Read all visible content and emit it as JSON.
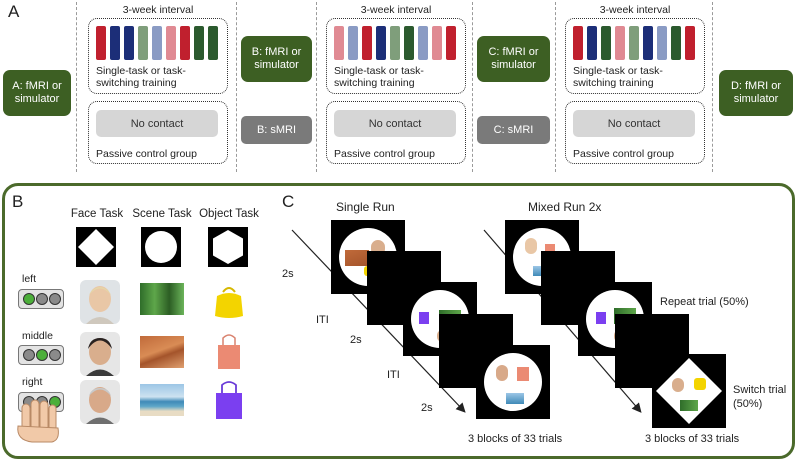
{
  "panel_a": {
    "letter": "A",
    "interval_label": "3-week interval",
    "start_box": "A: fMRI or simulator",
    "mid_boxes": [
      {
        "fmri": "B: fMRI or simulator",
        "smri": "B: sMRI"
      },
      {
        "fmri": "C: fMRI or simulator",
        "smri": "C: sMRI"
      }
    ],
    "end_box": "D: fMRI or simulator",
    "training_label": "Single-task or task-switching training",
    "no_contact": "No contact",
    "control_label": "Passive control group",
    "stripe_colors": [
      [
        "#c0202e",
        "#1c2e78",
        "#1c2e78",
        "#7f9e7b",
        "#8a9bc4",
        "#e08a93",
        "#c0202e",
        "#2b5a2e",
        "#2b5a2e"
      ],
      [
        "#e08a93",
        "#8a9bc4",
        "#c0202e",
        "#1c2e78",
        "#7f9e7b",
        "#2b5a2e",
        "#8a9bc4",
        "#e08a93",
        "#c0202e"
      ],
      [
        "#c0202e",
        "#1c2e78",
        "#2b5a2e",
        "#e08a93",
        "#7f9e7b",
        "#1c2e78",
        "#8a9bc4",
        "#2b5a2e",
        "#c0202e"
      ]
    ]
  },
  "panel_b": {
    "letter": "B",
    "tasks": [
      "Face Task",
      "Scene Task",
      "Object Task"
    ],
    "task_shapes": [
      "diamond-icon",
      "circle-icon",
      "hexagon-icon"
    ],
    "responses": [
      "left",
      "middle",
      "right"
    ]
  },
  "panel_c": {
    "letter": "C",
    "single_title": "Single Run",
    "mixed_title": "Mixed Run 2x",
    "timing": [
      "2s",
      "ITI",
      "2s",
      "ITI",
      "2s"
    ],
    "blocks_label": "3 blocks of 33 trials",
    "repeat_label": "Repeat trial (50%)",
    "switch_label": "Switch trial (50%)"
  },
  "colors": {
    "accent_green": "#3d5f23",
    "border_green": "#4b6a2b",
    "grey_box": "#7a7a7a"
  }
}
